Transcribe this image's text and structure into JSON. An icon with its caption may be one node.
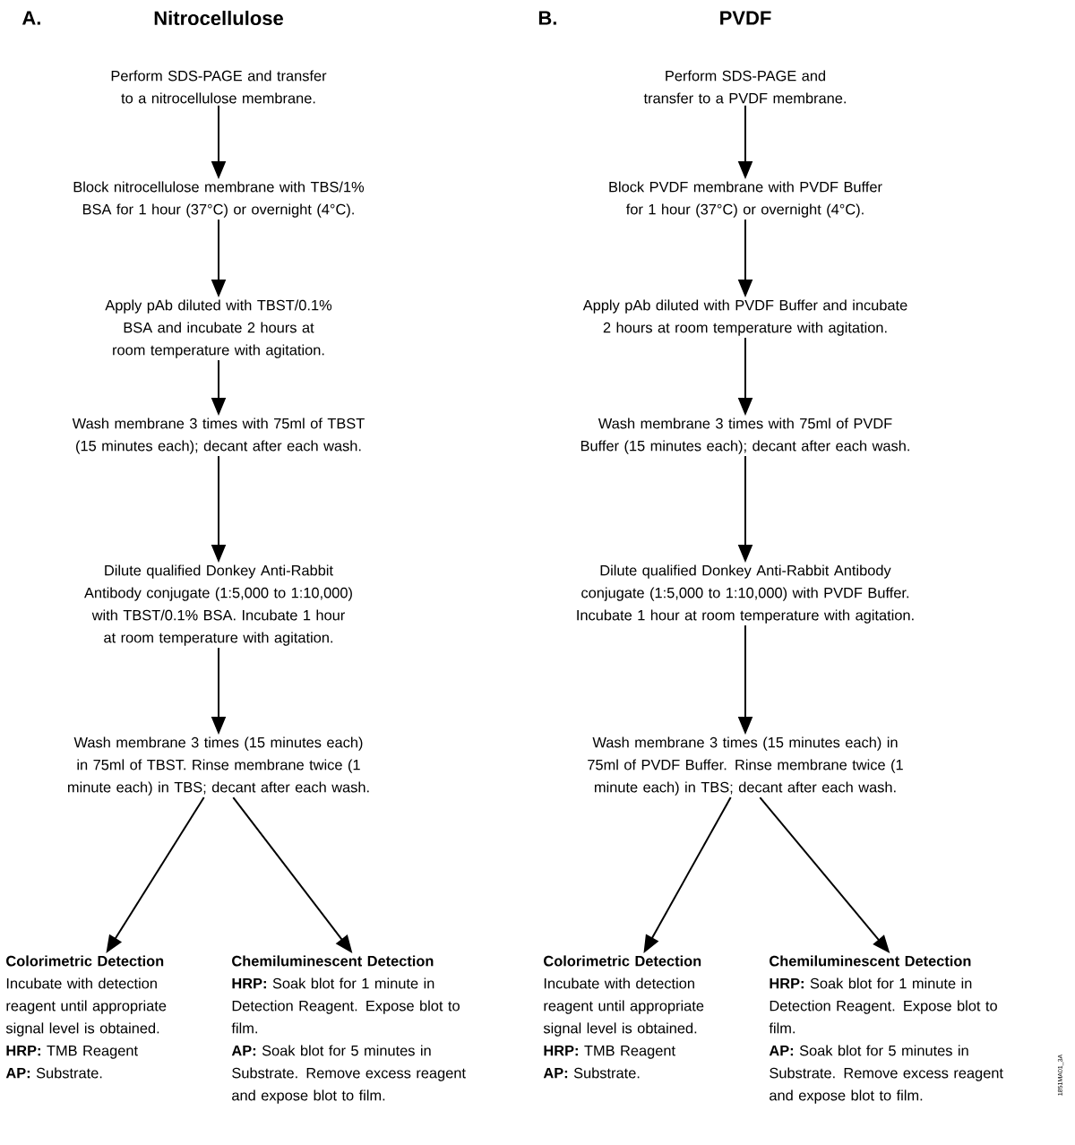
{
  "diagram": {
    "nodes": [
      {
        "text": [
          "Perform SDS-PAGE and transfer to a nitrocellulose membrane."
        ]
      },
      {
        "text": [
          "Block nitrocellulose membrane with TBS/1% BSA for 1 hour (37°C) or overnight (4°C)."
        ]
      },
      {
        "text": [
          "Apply pAb diluted with TBST/0.1% BSA and incubate 2 hours at room temperature with agitation."
        ]
      },
      {
        "text": [
          "Wash membrane 3 times with 75ml of TBST (15 minutes each); decant after each wash."
        ]
      },
      {
        "text": [
          "Dilute qualified Donkey Anti-Rabbit Antibody conjugate (1:5,000 to 1:10,000) with TBST/0.1% BSA. Incubate 1 hour at room temperature with agitation."
        ]
      },
      {
        "text": [
          "Wash membrane 3 times (15 minutes each) in 75ml of TBST. Rinse membrane twice (1 minute each) in TBS; decant after each wash."
        ]
      },
      {
        "text": [
          "Colorimetric Detection",
          "Incubate with detection reagent until appropriate signal level is obtained.",
          "**HRP:** TMB Reagent",
          "**AP:** Substrate."
        ]
      },
      {
        "text": [
          "Chemiluminescent Detection",
          "**HRP:** Soak blot for 1 minute in Detection Reagent. Expose blot to film.",
          "**AP:** Soak blot for 5 minutes in Substrate. Remove excess reagent and expose blot to film."
        ]
      },
      {
        "text": [
          "Perform SDS-PAGE and transfer to a PVDF membrane."
        ]
      },
      {
        "text": [
          "Block PVDF membrane with PVDF Buffer for 1 hour (37°C) or overnight (4°C)."
        ]
      },
      {
        "text": [
          "Apply pAb diluted with PVDF Buffer and incubate 2 hours at room temperature with agitation."
        ]
      },
      {
        "text": [
          "Wash membrane 3 times with 75ml of PVDF Buffer (15 minutes each); decant after each wash."
        ]
      },
      {
        "text": [
          "Dilute qualified Donkey Anti-Rabbit Antibody conjugate (1:5,000 to 1:10,000) with PVDF Buffer. Incubate 1 hour at room temperature with agitation."
        ]
      },
      {
        "text": [
          "Wash membrane 3 times (15 minutes each) in 75ml of PVDF Buffer. Rinse membrane twice (1 minute each) in TBS; decant after each wash."
        ]
      },
      {
        "text": [
          "Colorimetric Detection",
          "Incubate with detection reagent until appropriate signal level is obtained.",
          "**HRP:** TMB Reagent",
          "**AP:** Substrate."
        ]
      },
      {
        "text": [
          "Chemiluminescent Detection",
          "**HRP:** Soak blot for 1 minute in Detection Reagent. Expose blot to film.",
          "**AP:** Soak blot for 5 minutes in Substrate. Remove excess reagent and expose blot to film."
        ]
      }
    ],
    "edges": [
      {
        "from": 0,
        "to": 1,
        "arrow": "to"
      },
      {
        "from": 1,
        "to": 2,
        "arrow": "to"
      },
      {
        "from": 2,
        "to": 3,
        "arrow": "to"
      },
      {
        "from": 3,
        "to": 4,
        "arrow": "to"
      },
      {
        "from": 4,
        "to": 5,
        "arrow": "to"
      },
      {
        "from": 5,
        "to": 6,
        "arrow": "to"
      },
      {
        "from": 5,
        "to": 7,
        "arrow": "to"
      },
      {
        "from": 8,
        "to": 9,
        "arrow": "to"
      },
      {
        "from": 9,
        "to": 10,
        "arrow": "to"
      },
      {
        "from": 10,
        "to": 11,
        "arrow": "to"
      },
      {
        "from": 11,
        "to": 12,
        "arrow": "to"
      },
      {
        "from": 12,
        "to": 13,
        "arrow": "to"
      },
      {
        "from": 13,
        "to": 14,
        "arrow": "to"
      },
      {
        "from": 13,
        "to": 15,
        "arrow": "to"
      }
    ],
    "labels": [
      "A.",
      "Nitrocellulose",
      "B.",
      "PVDF",
      "1851MA01_3A"
    ]
  }
}
